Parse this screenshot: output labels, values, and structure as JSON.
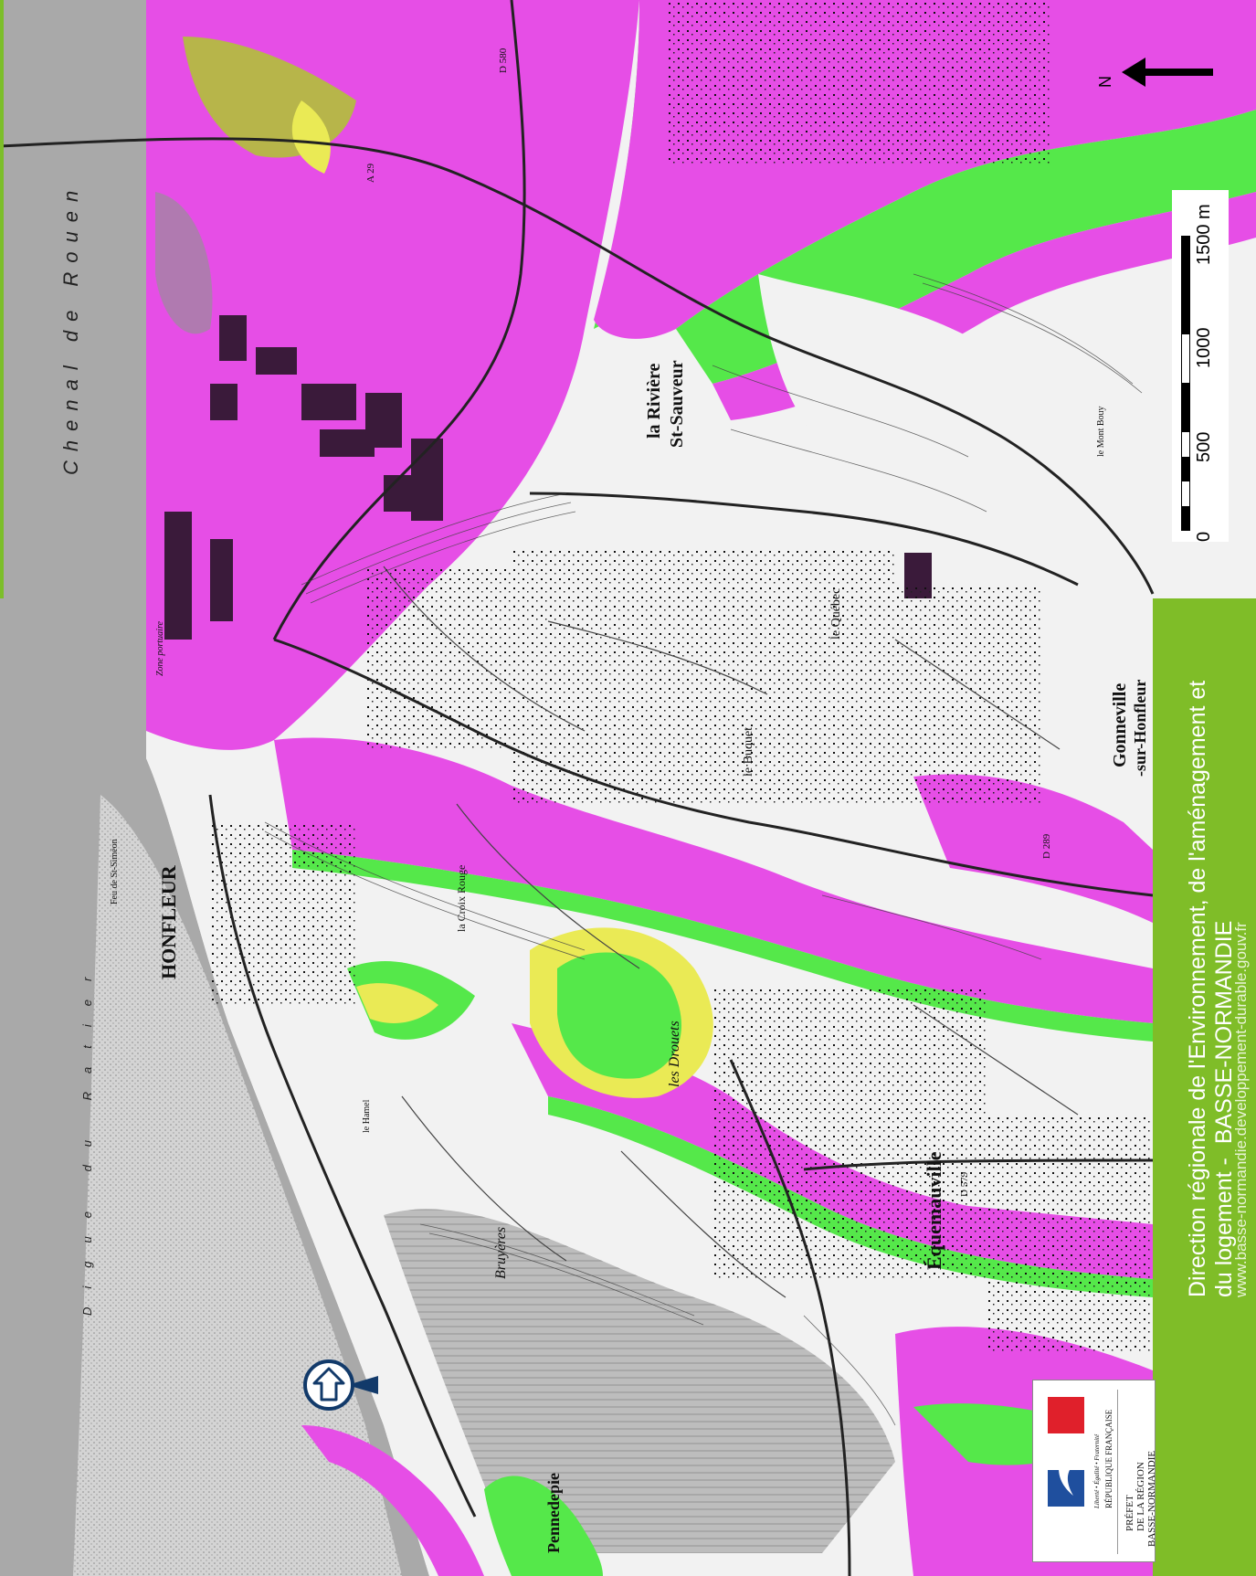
{
  "map": {
    "sea_label_1": "Chenal de Rouen",
    "sea_label_2": "Digue du Ratier",
    "labels": {
      "honfleur": "HONFLEUR",
      "la_riviere": "la Rivière",
      "st_sauveur": "St-Sauveur",
      "gonneville": "Gonneville",
      "sur_honfleur": "-sur-Honfleur",
      "equemauville": "Équemauville",
      "pennedepie": "Pennedepie",
      "le_quebec": "le Québec",
      "les_drouets": "les Drouets",
      "la_croix_rouge": "la Croix Rouge",
      "le_buquet": "le Buquet",
      "bruyeres": "Bruyères",
      "a29": "A 29",
      "d580": "D 580",
      "d579": "D 579",
      "d289": "D 289",
      "zone_portuaire": "Zone portuaire",
      "feu": "Feu de St-Siméon",
      "le_mont_bouy": "le Mont Bouy",
      "le_hamel": "le Hamel"
    },
    "colors": {
      "sea": "#a8a8a8",
      "land": "#f4f4f4",
      "magenta": "#e64ee6",
      "green": "#55e84a",
      "yellow": "#eaea55",
      "olive": "#b7b54a",
      "dark": "#3a1a3a"
    }
  },
  "scale": {
    "unit": "m",
    "ticks": [
      "0",
      "500",
      "1000",
      "1500 m"
    ]
  },
  "north": {
    "letter": "N"
  },
  "band": {
    "line1": "Direction régionale de l'Environnement, de l'aménagement et",
    "line2": "du logement - ",
    "region": "BASSE-NORMANDIE",
    "url": "www.basse-normandie.developpement-durable.gouv.fr"
  },
  "logo": {
    "motto": "Liberté • Égalité • Fraternité",
    "republic": "RÉPUBLIQUE FRANÇAISE",
    "prefet": "PRÉFET",
    "prefet_line2": "DE LA RÉGION",
    "prefet_line3": "BASSE-NORMANDIE"
  }
}
